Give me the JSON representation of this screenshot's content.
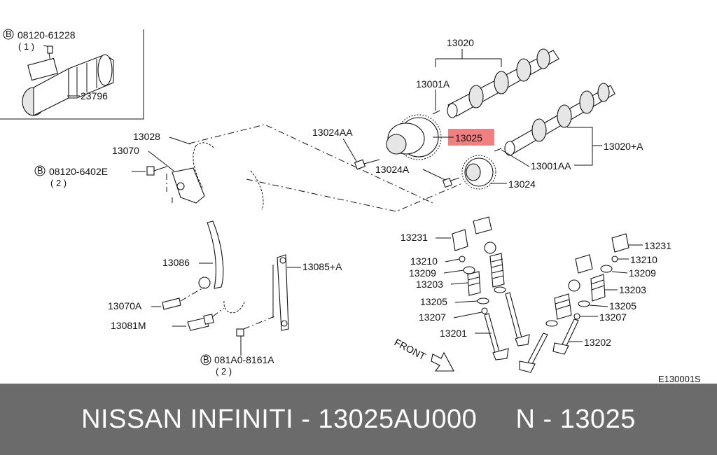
{
  "labels": {
    "bolt_top": "08120-61228",
    "bolt_top_qty": "( 1 )",
    "solenoid": "23796",
    "camshaft": "13020",
    "dowel_a": "13001A",
    "bolt_aa": "13024AA",
    "sprocket_highlighted": "13025",
    "camshaft_plus_a": "13020+A",
    "chain": "13028",
    "tensioner": "13070",
    "bolt_mid": "08120-6402E",
    "bolt_mid_qty": "( 2 )",
    "dowel_aa": "13001AA",
    "bolt_a": "13024A",
    "sprocket": "13024",
    "lifter_left": "13231",
    "lifter_right": "13231",
    "collet_left": "13210",
    "collet_right": "13210",
    "retainer_left": "13209",
    "retainer_right": "13209",
    "spring_left": "13203",
    "spring_right": "13203",
    "seat_left": "13205",
    "seat_right": "13205",
    "seal_left": "13207",
    "seal_right": "13207",
    "valve_intake": "13201",
    "valve_exhaust": "13202",
    "guide_slack": "13086",
    "guide_tension": "13085+A",
    "pin": "13070A",
    "chain_tensioner": "13081M",
    "bolt_bottom": "081A0-8161A",
    "bolt_bottom_qty": "( 2 )",
    "front": "FRONT",
    "diagram_code": "E130001S",
    "bolt_marker": "B"
  },
  "colors": {
    "highlight": "#f08080",
    "footer_bg": "#6b6b6b",
    "footer_text": "#ffffff"
  },
  "footer": {
    "title": "NISSAN INFINITI - 13025AU000     N - 13025"
  }
}
